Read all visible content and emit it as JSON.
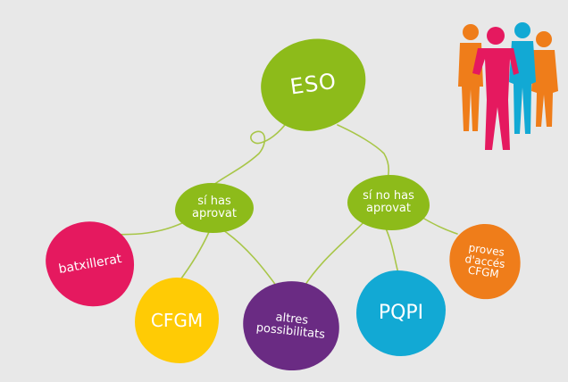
{
  "nodes": {
    "eso": "ESO",
    "si_has_aprovat": "sí has\naprovat",
    "si_no_has_aprovat": "sí no has\naprovat",
    "batxillerat": "batxillerat",
    "cfgm": "CFGM",
    "altres_possibilitats": "altres\npossibilitats",
    "pqpi": "PQPI",
    "proves_acces": "proves\nd'accés\nCFGM"
  },
  "colors": {
    "green": "#8dbb1a",
    "magenta": "#e5195f",
    "yellow": "#ffcb05",
    "purple": "#6a2b83",
    "cyan": "#12a9d4",
    "orange": "#ef7d1a",
    "connector": "#a8c648"
  },
  "illustration": "group-of-students-silhouette"
}
